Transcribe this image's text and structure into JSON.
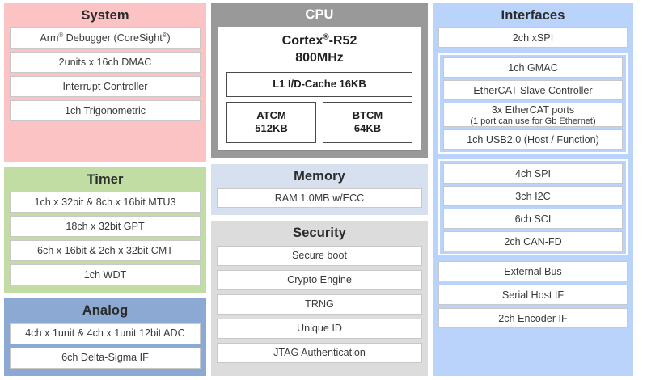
{
  "blocks": {
    "system": {
      "title": "System",
      "items": [
        {
          "text": "Arm® Debugger (CoreSight®)",
          "html": "Arm<sup>®</sup> Debugger (CoreSight<sup>®</sup>)"
        },
        {
          "text": "2units x 16ch DMAC"
        },
        {
          "text": "Interrupt Controller"
        },
        {
          "text": "1ch Trigonometric"
        }
      ]
    },
    "timer": {
      "title": "Timer",
      "items": [
        {
          "text": "1ch x 32bit & 8ch x 16bit MTU3"
        },
        {
          "text": "18ch x 32bit GPT"
        },
        {
          "text": "6ch x 16bit & 2ch x 32bit CMT"
        },
        {
          "text": "1ch WDT"
        }
      ]
    },
    "analog": {
      "title": "Analog",
      "items": [
        {
          "text": "4ch x 1unit & 4ch x 1unit 12bit ADC"
        },
        {
          "text": "6ch Delta-Sigma IF"
        }
      ]
    },
    "cpu": {
      "title": "CPU",
      "core_name_line1": "Cortex®-R52",
      "core_name_line2": "800MHz",
      "cache": "L1 I/D-Cache 16KB",
      "tcm": [
        {
          "line1": "ATCM",
          "line2": "512KB"
        },
        {
          "line1": "BTCM",
          "line2": "64KB"
        }
      ]
    },
    "memory": {
      "title": "Memory",
      "items": [
        {
          "text": "RAM 1.0MB w/ECC"
        }
      ]
    },
    "security": {
      "title": "Security",
      "items": [
        {
          "text": "Secure boot"
        },
        {
          "text": "Crypto Engine"
        },
        {
          "text": "TRNG"
        },
        {
          "text": "Unique ID"
        },
        {
          "text": "JTAG Authentication"
        }
      ]
    },
    "interfaces": {
      "title": "Interfaces",
      "standalone_top": [
        {
          "text": "2ch xSPI"
        }
      ],
      "group_network": [
        {
          "text": "1ch GMAC"
        },
        {
          "text": "EtherCAT Slave Controller"
        },
        {
          "text": "3x EtherCAT ports",
          "sub": "(1 port can use for Gb Ethernet)"
        },
        {
          "text": "1ch USB2.0 (Host / Function)"
        }
      ],
      "group_serial": [
        {
          "text": "4ch SPI"
        },
        {
          "text": "3ch I2C"
        },
        {
          "text": "6ch SCI"
        },
        {
          "text": "2ch CAN-FD"
        }
      ],
      "standalone_bottom": [
        {
          "text": "External Bus"
        },
        {
          "text": "Serial Host IF"
        },
        {
          "text": "2ch Encoder IF"
        }
      ]
    }
  },
  "colors": {
    "system": "#fbc3c3",
    "timer": "#c2dda4",
    "analog": "#8ba9d2",
    "cpu": "#999999",
    "memory": "#d6e0ee",
    "security": "#dcdcdc",
    "interfaces": "#b9d3fa",
    "item_bg": "#ffffff",
    "item_border": "#c8c8c8"
  }
}
